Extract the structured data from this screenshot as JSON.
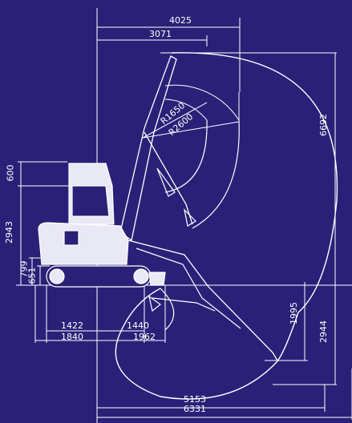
{
  "colors": {
    "background": "#2b2078",
    "line": "#ffffff",
    "body_fill": "#e9e9f5"
  },
  "dimensions": {
    "top_width": "4025",
    "top_inner": "3071",
    "bottom_outer": "6331",
    "bottom_inner": "5153",
    "track_1422": "1422",
    "track_1840": "1840",
    "blade_1440": "1440",
    "blade_1962": "1962",
    "radius_small": "R1650",
    "radius_large": "R2600",
    "max_height": "6692",
    "dig_depth": "2944",
    "vertical_wall": "1995",
    "cab_top": "600",
    "overall_height": "2943",
    "ground_clearance_799": "799",
    "ground_clearance_651": "651"
  }
}
